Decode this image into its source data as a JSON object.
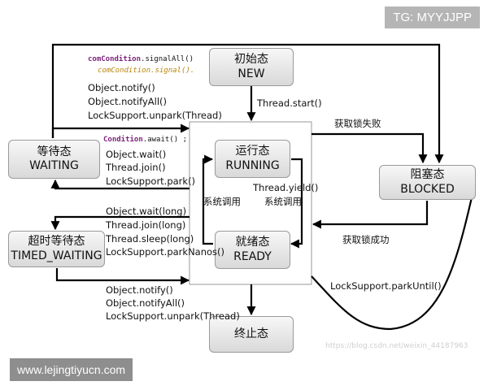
{
  "states": {
    "new": {
      "line1": "初始态",
      "line2": "NEW"
    },
    "waiting": {
      "line1": "等待态",
      "line2": "WAITING"
    },
    "running": {
      "line1": "运行态",
      "line2": "RUNNING"
    },
    "blocked": {
      "line1": "阻塞态",
      "line2": "BLOCKED"
    },
    "timed_waiting": {
      "line1": "超时等待态",
      "line2": "TIMED_WAITING"
    },
    "ready": {
      "line1": "就绪态",
      "line2": "READY"
    },
    "terminated": {
      "line1": "终止态"
    }
  },
  "labels": {
    "code_signal_obj": "comCondition",
    "code_signal_all": ".signalAll()",
    "code_signal": "comCondition.signal().",
    "notify_top": "Object.notify()",
    "notify_all_top": "Object.notifyAll()",
    "unpark_top": "LockSupport.unpark(Thread)",
    "thread_start": "Thread.start()",
    "lock_fail": "获取锁失败",
    "code_await_obj": "Condition",
    "code_await": ".await()",
    "code_await_tail": ";",
    "wait": "Object.wait()",
    "join": "Thread.join()",
    "park": "LockSupport.park()",
    "yield": "Thread.yield()",
    "syscall_left": "系统调用",
    "syscall_right": "系统调用",
    "wait_long": "Object.wait(long)",
    "join_long": "Thread.join(long)",
    "sleep_long": "Thread.sleep(long)",
    "park_nanos": "LockSupport.parkNanos()",
    "lock_success": "获取锁成功",
    "park_until": "LockSupport.parkUntil()",
    "notify_bottom": "Object.notify()",
    "notify_all_bottom": "Object.notifyAll()",
    "unpark_bottom": "LockSupport.unpark(Thread)"
  },
  "watermarks": {
    "tag": "TG: MYYJJPP",
    "site": "www.lejingtiyucn.com",
    "blog": "https://blog.csdn.net/weixin_44187963"
  }
}
